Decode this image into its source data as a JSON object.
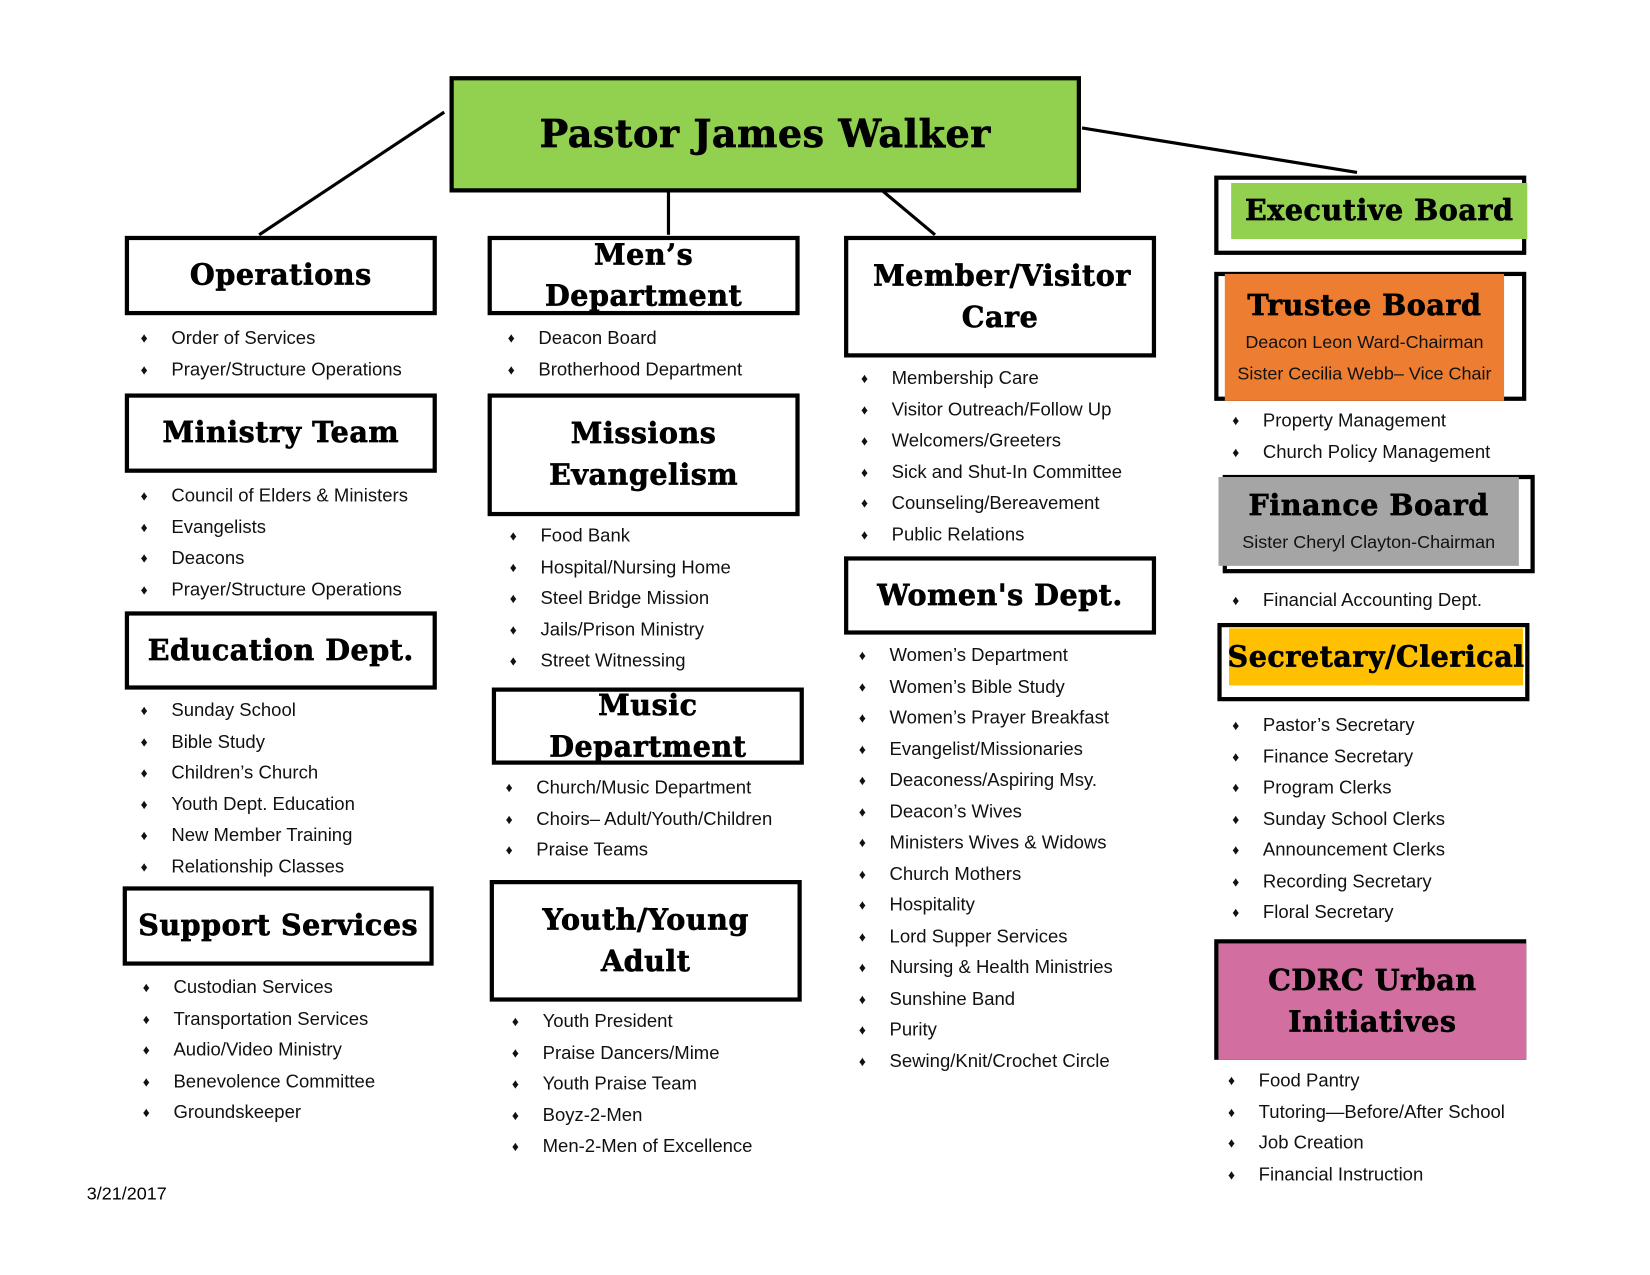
{
  "title": "Pastor James Walker",
  "date": "3/21/2017",
  "colors": {
    "pastor": "#92d050",
    "executive": "#92d050",
    "trustee": "#ed7d31",
    "finance": "#a5a5a5",
    "secretary": "#ffc000",
    "cdrc": "#d36fa0"
  },
  "bullet_icon": "♦",
  "sections": [
    {
      "id": "operations",
      "title": "Operations",
      "items": [
        "Order of Services",
        "Prayer/Structure Operations"
      ]
    },
    {
      "id": "ministry-team",
      "title": "Ministry Team",
      "items": [
        "Council of Elders & Ministers",
        "Evangelists",
        "Deacons",
        "Prayer/Structure Operations"
      ]
    },
    {
      "id": "education",
      "title": "Education Dept.",
      "items": [
        "Sunday School",
        "Bible Study",
        "Children’s Church",
        "Youth Dept. Education",
        "New Member Training",
        "Relationship Classes"
      ]
    },
    {
      "id": "support",
      "title": "Support Services",
      "items": [
        "Custodian Services",
        "Transportation Services",
        "Audio/Video Ministry",
        "Benevolence Committee",
        "Groundskeeper"
      ]
    },
    {
      "id": "mens",
      "title": "Men’s Department",
      "items": [
        "Deacon Board",
        "Brotherhood Department"
      ]
    },
    {
      "id": "missions",
      "title": "Missions Evangelism",
      "items": [
        "Food Bank",
        "Hospital/Nursing Home",
        "Steel Bridge Mission",
        "Jails/Prison Ministry",
        "Street Witnessing"
      ]
    },
    {
      "id": "music",
      "title": "Music Department",
      "items": [
        "Church/Music Department",
        "Choirs– Adult/Youth/Children",
        "Praise Teams"
      ]
    },
    {
      "id": "youth",
      "title": "Youth/Young Adult",
      "items": [
        "Youth President",
        "Praise Dancers/Mime",
        "Youth Praise Team",
        "Boyz-2-Men",
        "Men-2-Men of Excellence"
      ]
    },
    {
      "id": "member-care",
      "title": "Member/Visitor Care",
      "items": [
        "Membership Care",
        "Visitor Outreach/Follow Up",
        "Welcomers/Greeters",
        "Sick and Shut-In Committee",
        "Counseling/Bereavement",
        "Public Relations"
      ]
    },
    {
      "id": "womens",
      "title": "Women's Dept.",
      "items": [
        "Women’s Department",
        "Women’s Bible Study",
        "Women’s Prayer Breakfast",
        "Evangelist/Missionaries",
        "Deaconess/Aspiring Msy.",
        "Deacon’s Wives",
        "Ministers Wives & Widows",
        "Church Mothers",
        "Hospitality",
        "Lord Supper Services",
        "Nursing & Health Ministries",
        "Sunshine Band",
        "Purity",
        "Sewing/Knit/Crochet Circle"
      ]
    },
    {
      "id": "executive",
      "title": "Executive Board",
      "items": []
    },
    {
      "id": "trustee",
      "title": "Trustee Board",
      "subtitle": [
        "Deacon Leon Ward-Chairman",
        "Sister Cecilia Webb– Vice Chair"
      ],
      "items": [
        "Property Management",
        "Church Policy Management"
      ]
    },
    {
      "id": "finance",
      "title": "Finance Board",
      "subtitle": [
        "Sister Cheryl Clayton-Chairman"
      ],
      "items": [
        "Financial Accounting Dept."
      ]
    },
    {
      "id": "secretary",
      "title": "Secretary/Clerical",
      "items": [
        "Pastor’s Secretary",
        "Finance Secretary",
        "Program Clerks",
        "Sunday School Clerks",
        "Announcement Clerks",
        "Recording Secretary",
        "Floral Secretary"
      ]
    },
    {
      "id": "cdrc",
      "title": "CDRC Urban Initiatives",
      "items": [
        "Food Pantry",
        "Tutoring—Before/After School",
        "Job Creation",
        "Financial Instruction"
      ]
    }
  ]
}
